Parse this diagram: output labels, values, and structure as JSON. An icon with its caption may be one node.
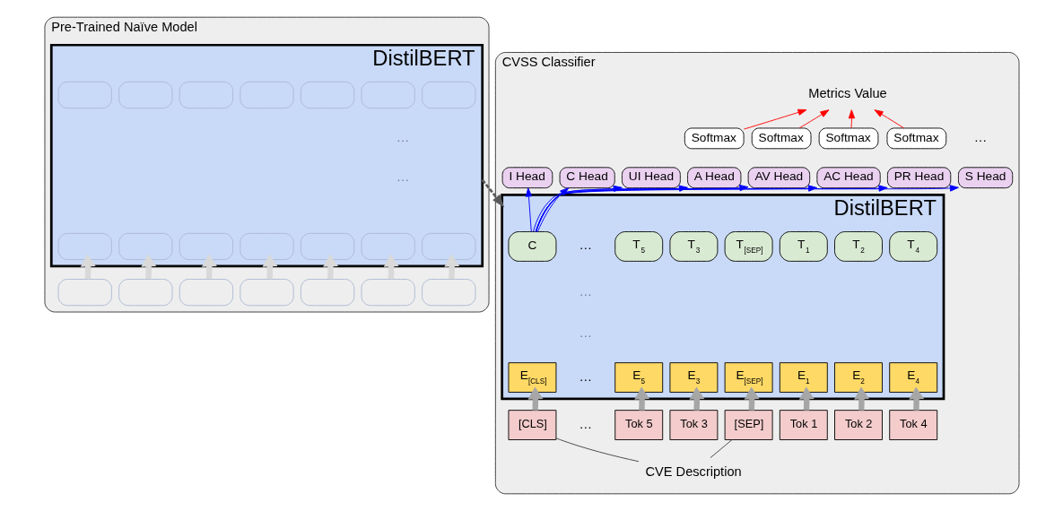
{
  "diagram": {
    "nodes": [
      {
        "text": [
          "Pre-Trained Naïve Model"
        ]
      },
      {
        "text": [
          "DistilBERT"
        ],
        "in": 0
      },
      {
        "text": [],
        "shape": "box",
        "in": 1
      },
      {
        "text": [],
        "shape": "box",
        "in": 1
      },
      {
        "text": [],
        "shape": "box",
        "in": 1
      },
      {
        "text": [],
        "shape": "box",
        "in": 1
      },
      {
        "text": [],
        "shape": "box",
        "in": 1
      },
      {
        "text": [],
        "shape": "box",
        "in": 1
      },
      {
        "text": [],
        "shape": "box",
        "in": 1
      },
      {
        "text": [],
        "shape": "box",
        "in": 1
      },
      {
        "text": [],
        "shape": "box",
        "in": 1
      },
      {
        "text": [],
        "shape": "box",
        "in": 1
      },
      {
        "text": [],
        "shape": "box",
        "in": 1
      },
      {
        "text": [],
        "shape": "box",
        "in": 1
      },
      {
        "text": [],
        "shape": "box",
        "in": 1
      },
      {
        "text": [],
        "shape": "box",
        "in": 1
      },
      {
        "text": [],
        "shape": "box",
        "in": 0
      },
      {
        "text": [],
        "shape": "box",
        "in": 0
      },
      {
        "text": [],
        "shape": "box",
        "in": 0
      },
      {
        "text": [],
        "shape": "box",
        "in": 0
      },
      {
        "text": [],
        "shape": "box",
        "in": 0
      },
      {
        "text": [],
        "shape": "box",
        "in": 0
      },
      {
        "text": [],
        "shape": "box",
        "in": 0
      },
      {
        "text": [
          "CVSS Classifier"
        ]
      },
      {
        "text": [
          "Metrics Value"
        ],
        "in": 23
      },
      {
        "text": [
          "Softmax"
        ],
        "in": 23
      },
      {
        "text": [
          "Softmax"
        ],
        "in": 23
      },
      {
        "text": [
          "Softmax"
        ],
        "in": 23
      },
      {
        "text": [
          "Softmax"
        ],
        "in": 23
      },
      {
        "text": [
          "AV Head"
        ],
        "in": 23
      },
      {
        "text": [
          "AC Head"
        ],
        "in": 23
      },
      {
        "text": [
          "PR Head"
        ],
        "in": 23
      },
      {
        "text": [
          "UI Head"
        ],
        "in": 23
      },
      {
        "text": [
          "S Head"
        ],
        "in": 23
      },
      {
        "text": [
          "C Head"
        ],
        "in": 23
      },
      {
        "text": [
          "I Head"
        ],
        "in": 23
      },
      {
        "text": [
          "A Head"
        ],
        "in": 23
      },
      {
        "text": [
          "DistilBERT"
        ],
        "in": 23
      },
      {
        "text": [
          "C"
        ],
        "in": 37
      },
      {
        "text": [
          "T$_{1}$"
        ],
        "in": 37
      },
      {
        "text": [
          "T$_{2}$"
        ],
        "in": 37
      },
      {
        "text": [
          "T$_{3}$"
        ],
        "in": 37
      },
      {
        "text": [
          "T$_{4}$"
        ],
        "in": 37
      },
      {
        "text": [
          "T$_{5}$"
        ],
        "in": 37
      },
      {
        "text": [
          "T$_{[SEP]}$"
        ],
        "in": 37
      },
      {
        "text": [
          "E$_{[CLS]}$"
        ],
        "in": 37
      },
      {
        "text": [
          "E$_{1}$"
        ],
        "in": 37
      },
      {
        "text": [
          "E$_{2}$"
        ],
        "in": 37
      },
      {
        "text": [
          "E$_{3}$"
        ],
        "in": 37
      },
      {
        "text": [
          "E$_{4}$"
        ],
        "in": 37
      },
      {
        "text": [
          "E$_{5}$"
        ],
        "in": 37
      },
      {
        "text": [
          "E$_{[SEP]}$"
        ],
        "in": 37
      },
      {
        "text": [
          "[CLS]"
        ],
        "in": 23
      },
      {
        "text": [
          "Tok 1"
        ],
        "in": 23
      },
      {
        "text": [
          "Tok 2"
        ],
        "in": 23
      },
      {
        "text": [
          "Tok 3"
        ],
        "in": 23
      },
      {
        "text": [
          "Tok 4"
        ],
        "in": 23
      },
      {
        "text": [
          "Tok 5"
        ],
        "in": 23
      },
      {
        "text": [
          "[SEP]"
        ],
        "in": 23
      },
      {
        "text": [
          "CVE Description"
        ],
        "in": 23
      }
    ],
    "edges": [
      {
        "from": 1,
        "to": 37,
        "arrow": "to",
        "style": "dashed",
        "color": "#595959"
      },
      {
        "from": 16,
        "to": 9,
        "arrow": "to",
        "style": "thick",
        "color": "#d9d9d9"
      },
      {
        "from": 17,
        "to": 10,
        "arrow": "to",
        "style": "thick",
        "color": "#d9d9d9"
      },
      {
        "from": 18,
        "to": 11,
        "arrow": "to",
        "style": "thick",
        "color": "#d9d9d9"
      },
      {
        "from": 19,
        "to": 12,
        "arrow": "to",
        "style": "thick",
        "color": "#d9d9d9"
      },
      {
        "from": 20,
        "to": 13,
        "arrow": "to",
        "style": "thick",
        "color": "#d9d9d9"
      },
      {
        "from": 21,
        "to": 14,
        "arrow": "to",
        "style": "thick",
        "color": "#d9d9d9"
      },
      {
        "from": 22,
        "to": 15,
        "arrow": "to",
        "style": "thick",
        "color": "#d9d9d9"
      },
      {
        "from": 52,
        "to": 45,
        "arrow": "to",
        "style": "thick",
        "color": "#a6a6a6"
      },
      {
        "from": 53,
        "to": 46,
        "arrow": "to",
        "style": "thick",
        "color": "#a6a6a6"
      },
      {
        "from": 54,
        "to": 47,
        "arrow": "to",
        "style": "thick",
        "color": "#a6a6a6"
      },
      {
        "from": 55,
        "to": 48,
        "arrow": "to",
        "style": "thick",
        "color": "#a6a6a6"
      },
      {
        "from": 56,
        "to": 49,
        "arrow": "to",
        "style": "thick",
        "color": "#a6a6a6"
      },
      {
        "from": 57,
        "to": 50,
        "arrow": "to",
        "style": "thick",
        "color": "#a6a6a6"
      },
      {
        "from": 58,
        "to": 51,
        "arrow": "to",
        "style": "thick",
        "color": "#a6a6a6"
      },
      {
        "from": 38,
        "to": 29,
        "arrow": "to",
        "color": "#0000ff"
      },
      {
        "from": 38,
        "to": 30,
        "arrow": "to",
        "color": "#0000ff"
      },
      {
        "from": 38,
        "to": 31,
        "arrow": "to",
        "color": "#0000ff"
      },
      {
        "from": 38,
        "to": 32,
        "arrow": "to",
        "color": "#0000ff"
      },
      {
        "from": 38,
        "to": 33,
        "arrow": "to",
        "color": "#0000ff"
      },
      {
        "from": 38,
        "to": 34,
        "arrow": "to",
        "color": "#0000ff"
      },
      {
        "from": 38,
        "to": 35,
        "arrow": "to",
        "color": "#0000ff"
      },
      {
        "from": 38,
        "to": 36,
        "arrow": "to",
        "color": "#0000ff"
      },
      {
        "from": 25,
        "to": 24,
        "arrow": "to",
        "color": "#ff0000"
      },
      {
        "from": 26,
        "to": 24,
        "arrow": "to",
        "color": "#ff0000"
      },
      {
        "from": 27,
        "to": 24,
        "arrow": "to",
        "color": "#ff0000"
      },
      {
        "from": 28,
        "to": 24,
        "arrow": "to",
        "color": "#ff0000"
      },
      {
        "from": 59,
        "to": 52,
        "arrow": "none",
        "color": "#404040"
      },
      {
        "from": 59,
        "to": 58,
        "arrow": "none",
        "color": "#404040"
      }
    ],
    "labels": [
      "…",
      "…",
      "…",
      "…",
      "…",
      "…",
      "…",
      "…"
    ]
  }
}
